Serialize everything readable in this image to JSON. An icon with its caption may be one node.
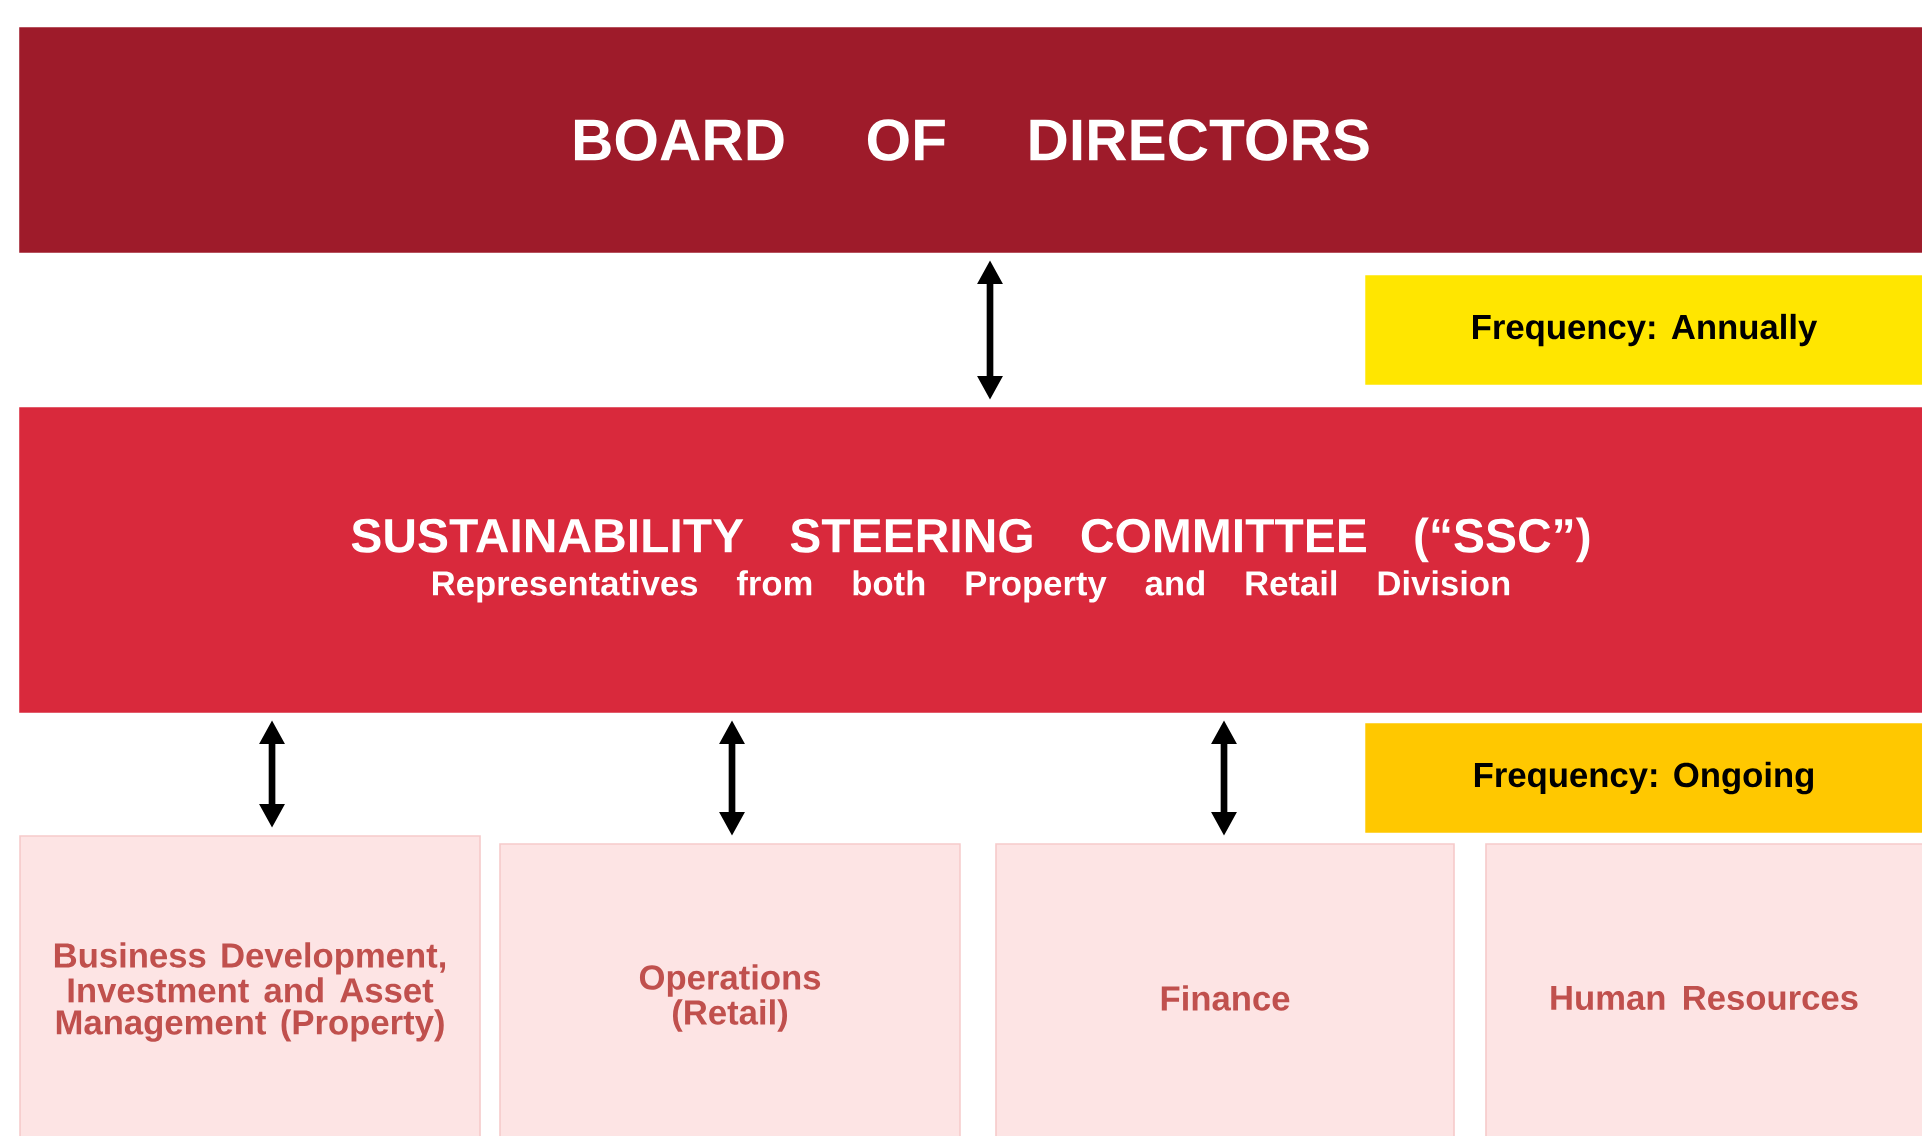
{
  "diagram": {
    "nodes": [
      {
        "text": [
          "BOARD OF DIRECTORS"
        ]
      },
      {
        "text": [
          "Frequency: Annually"
        ]
      },
      {
        "text": [
          "SUSTAINABILITY STEERING COMMITTEE (“SSC”)",
          "Representatives from both Property and Retail Division"
        ]
      },
      {
        "text": [
          "Frequency: Ongoing"
        ]
      },
      {
        "text": [
          "Business Development, Investment and Asset Management (Property)"
        ]
      },
      {
        "text": [
          "Operations (Retail)"
        ]
      },
      {
        "text": [
          "Finance"
        ]
      },
      {
        "text": [
          "Human Resources"
        ]
      }
    ],
    "edges": [
      {
        "from": 0,
        "to": 2,
        "arrow": "both"
      },
      {
        "from": 2,
        "to": 4,
        "arrow": "both"
      },
      {
        "from": 2,
        "to": 5,
        "arrow": "both"
      },
      {
        "from": 2,
        "to": 6,
        "arrow": "both"
      }
    ]
  }
}
